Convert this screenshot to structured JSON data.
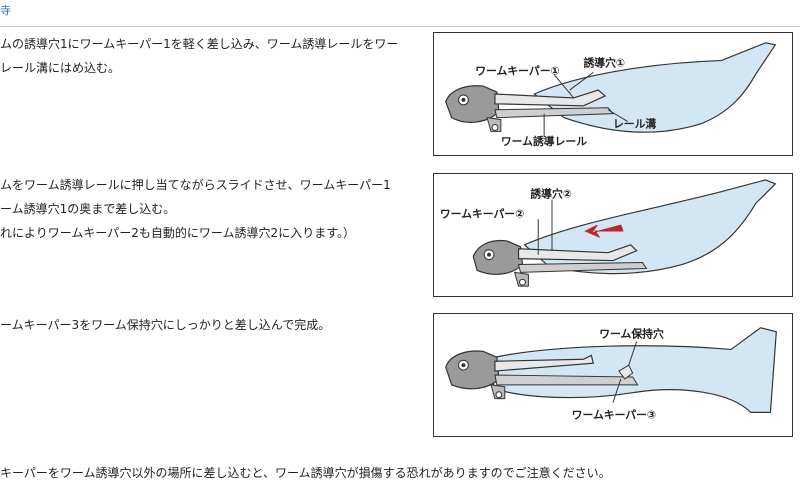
{
  "header": {
    "mark": "寺"
  },
  "steps": [
    {
      "lines": [
        "ムの誘導穴1にワームキーパー1を軽く差し込み、ワーム誘導レールをワー",
        "レール溝にはめ込む。"
      ]
    },
    {
      "lines": [
        "ムをワーム誘導レールに押し当てながらスライドさせ、ワームキーパー1",
        "ーム誘導穴1の奥まで差し込む。",
        "れによりワームキーパー2も自動的にワーム誘導穴2に入ります。）"
      ]
    },
    {
      "lines": [
        "ームキーパー3をワーム保持穴にしっかりと差し込んで完成。"
      ]
    }
  ],
  "figures": [
    {
      "labels": {
        "keeper": "ワームキーパー①",
        "hole": "誘導穴①",
        "groove": "レール溝",
        "rail": "ワーム誘導レール"
      }
    },
    {
      "labels": {
        "hole": "誘導穴②",
        "keeper": "ワームキーパー②"
      }
    },
    {
      "labels": {
        "hold": "ワーム保持穴",
        "keeper": "ワームキーパー③"
      }
    }
  ],
  "note": "キーパーをワーム誘導穴以外の場所に差し込むと、ワーム誘導穴が損傷する恐れがありますのでご注意ください。",
  "colors": {
    "worm_fill": "#d3e6f3",
    "line": "#333333",
    "arrow": "#c0242a"
  }
}
